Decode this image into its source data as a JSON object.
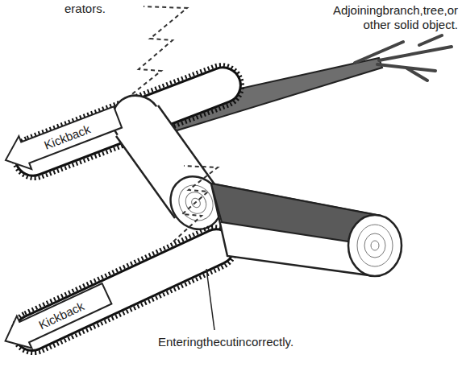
{
  "diagram": {
    "nodes": [
      {
        "text": [
          "Kickback"
        ]
      },
      {
        "text": [
          "Kickback"
        ]
      }
    ],
    "labels": [
      "erators.",
      "Adjoiningbranch,tree,or other solid object.",
      "Enteringthecutincorrectly."
    ]
  }
}
